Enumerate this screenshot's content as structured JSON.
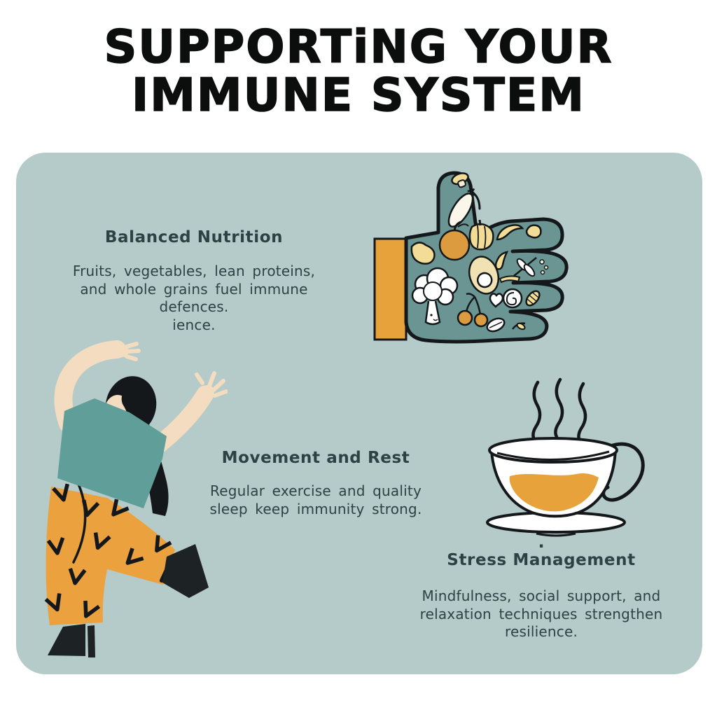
{
  "title": {
    "line1": "SUPPORTiNG YOUR",
    "line2": "IMMUNE SYSTEM"
  },
  "sections": {
    "nutrition": {
      "heading": "Balanced Nutrition",
      "lines": [
        "Fruits, vegetables, lean proteins,",
        "and whole grains fuel immune",
        "defences.",
        "ience."
      ]
    },
    "movement": {
      "heading": "Movement and Rest",
      "lines": [
        "Regular exercise and quality",
        "sleep keep immunity strong."
      ]
    },
    "stress": {
      "stray_dot": ".",
      "heading": "Stress Management",
      "lines": [
        "Mindfulness, social support, and",
        "relaxation techniques strengthen",
        "resilience."
      ]
    }
  },
  "icons": {
    "nutrition": "thumbs-up-food-hand-icon",
    "movement": "dancing-person-icon",
    "stress": "steaming-teacup-icon"
  },
  "colors": {
    "page_background": "#ffffff",
    "panel_background": "#b5cbc9",
    "title_ink": "#0c0d0d",
    "body_ink": "#2c4245",
    "accent_orange": "#e8a23c",
    "apple_orange": "#dd9b40",
    "hand_teal": "#6a9593",
    "shirt_teal": "#5f9e99",
    "skin": "#f3dcc0",
    "outline_black": "#14181a",
    "cream_yellow": "#f3dc96",
    "white": "#ffffff"
  }
}
